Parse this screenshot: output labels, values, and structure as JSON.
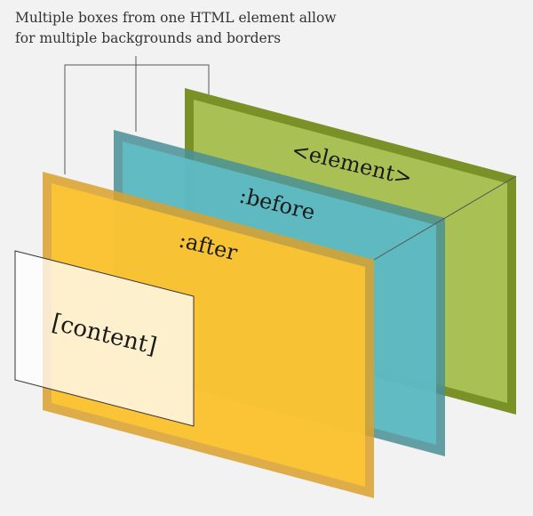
{
  "caption": {
    "line1": "Multiple boxes from one HTML element allow",
    "line2": "for multiple backgrounds and  borders"
  },
  "layers": {
    "element": {
      "label": "<element>",
      "fill": "#a9c154",
      "border": "#7a9128"
    },
    "before": {
      "label": ":before",
      "fill": "#5fbfc9",
      "border": "#4a8f97"
    },
    "after": {
      "label": ":after",
      "fill": "#ffc833",
      "border": "#dba12c"
    },
    "content": {
      "label": "[content]",
      "fill": "#ffffff",
      "border": "#333333"
    }
  }
}
